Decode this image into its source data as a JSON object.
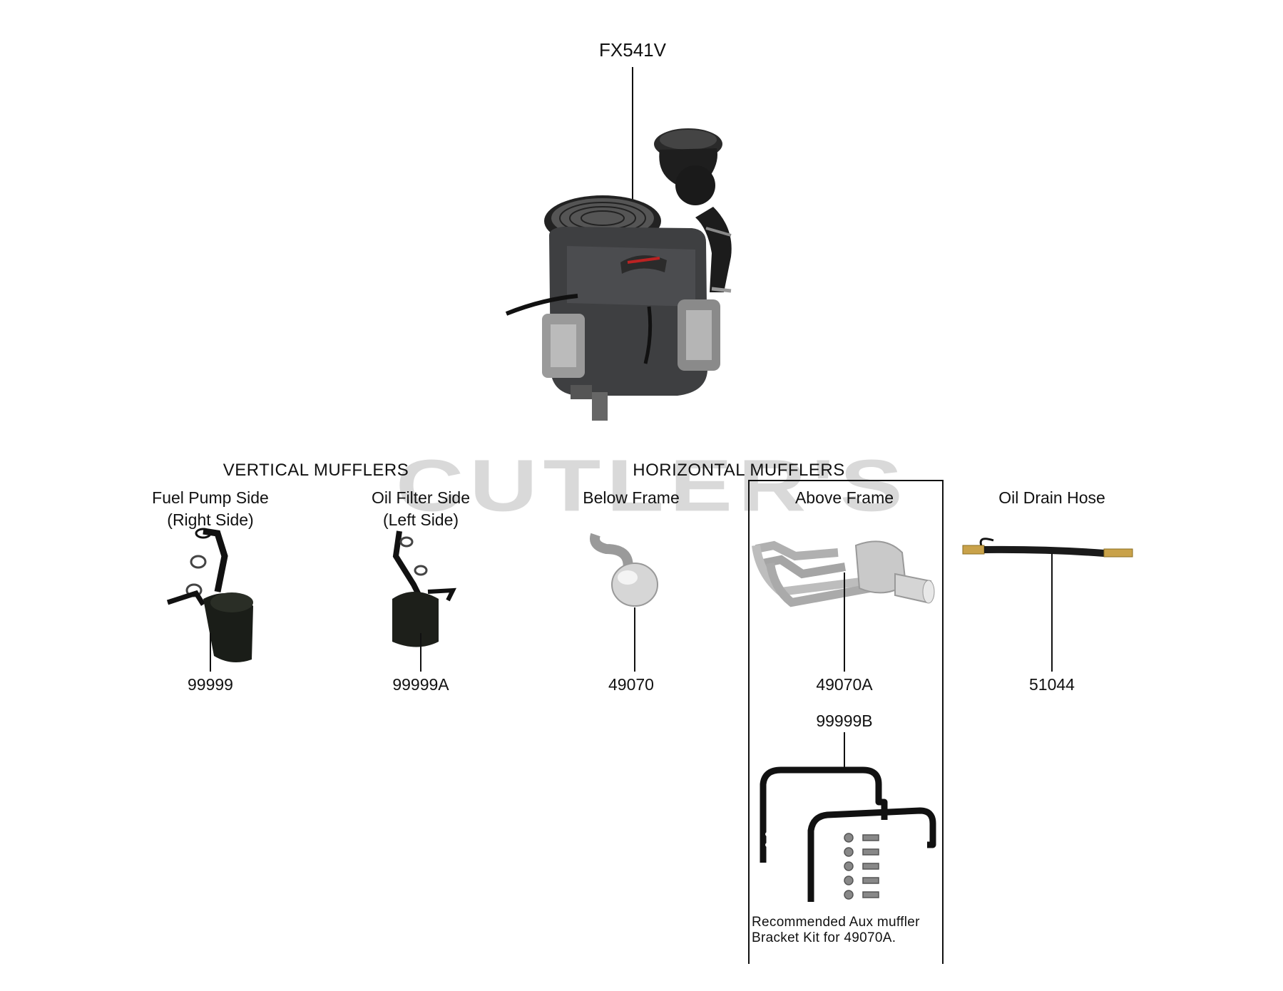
{
  "engine": {
    "model": "FX541V"
  },
  "watermark": "CUTLER'S",
  "sections": {
    "vertical": "VERTICAL MUFFLERS",
    "horizontal": "HORIZONTAL MUFFLERS"
  },
  "parts": [
    {
      "label_line1": "Fuel Pump Side",
      "label_line2": "(Right Side)",
      "part_number": "99999"
    },
    {
      "label_line1": "Oil Filter Side",
      "label_line2": "(Left Side)",
      "part_number": "99999A"
    },
    {
      "label_line1": "Below Frame",
      "part_number": "49070"
    },
    {
      "label_line1": "Above Frame",
      "part_number": "49070A"
    },
    {
      "label_line1": "Oil Drain Hose",
      "part_number": "51044"
    }
  ],
  "bracket_kit": {
    "part_number": "99999B",
    "note_line1": "Recommended Aux muffler",
    "note_line2": "Bracket Kit for 49070A."
  },
  "icons": [
    "engine-image",
    "muffler-image",
    "bracket-image",
    "hose-image"
  ]
}
